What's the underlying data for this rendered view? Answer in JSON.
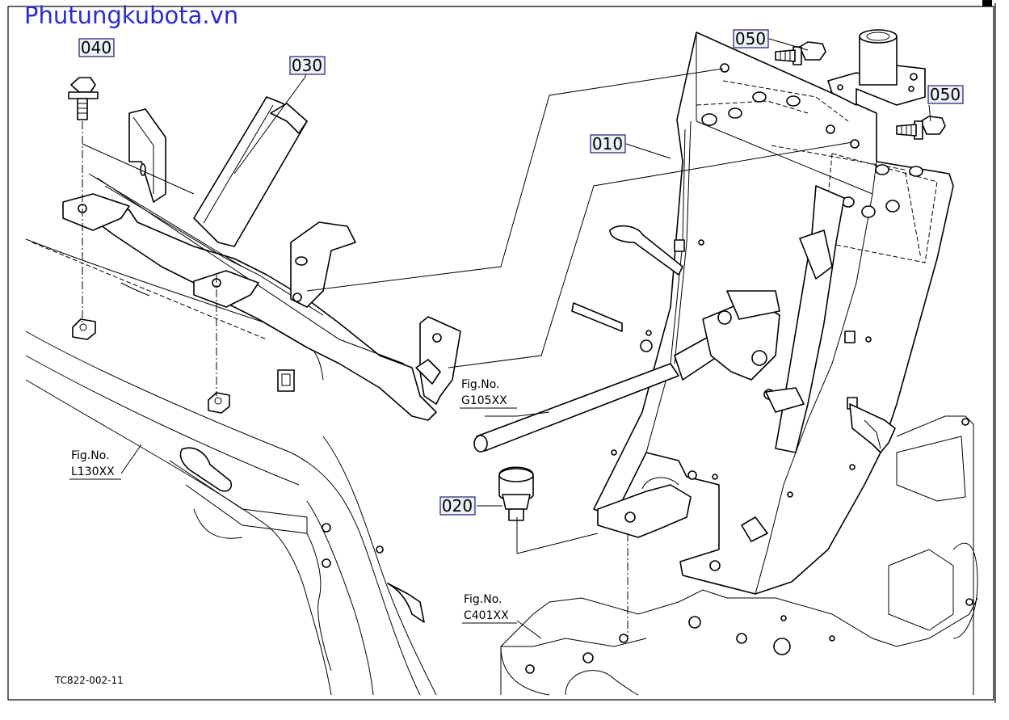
{
  "watermark": "Phutungkubota.vn",
  "callouts": [
    {
      "id": "c040",
      "label": "040"
    },
    {
      "id": "c030",
      "label": "030"
    },
    {
      "id": "c050a",
      "label": "050"
    },
    {
      "id": "c050b",
      "label": "050"
    },
    {
      "id": "c010",
      "label": "010"
    },
    {
      "id": "c020",
      "label": "020"
    }
  ],
  "fig_refs": [
    {
      "line1": "Fig.No.",
      "line2": "G105XX"
    },
    {
      "line1": "Fig.No.",
      "line2": "L130XX"
    },
    {
      "line1": "Fig.No.",
      "line2": "C401XX"
    }
  ],
  "drawing_code": "TC822-002-11"
}
